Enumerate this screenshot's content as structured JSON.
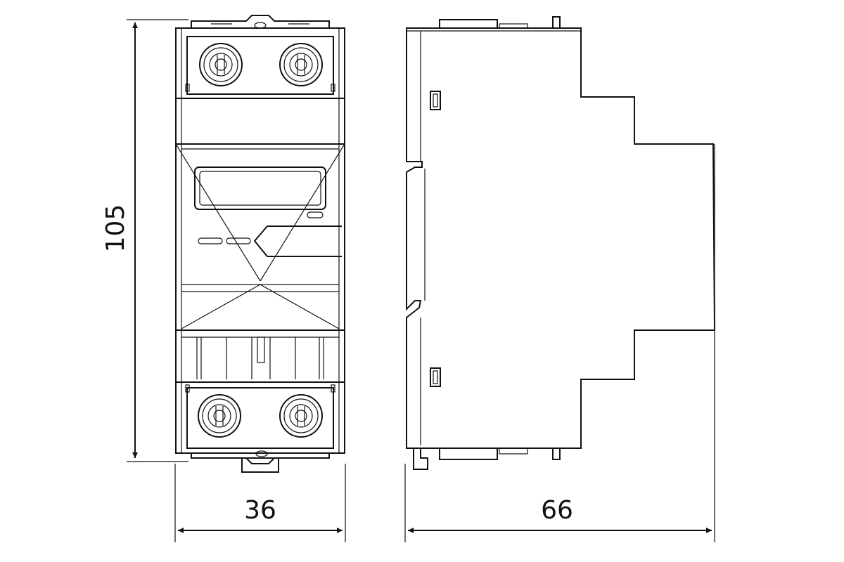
{
  "dimensions": {
    "height_label": "105",
    "front_width_label": "36",
    "side_depth_label": "66"
  },
  "colors": {
    "line": "#111111",
    "background": "#ffffff"
  }
}
